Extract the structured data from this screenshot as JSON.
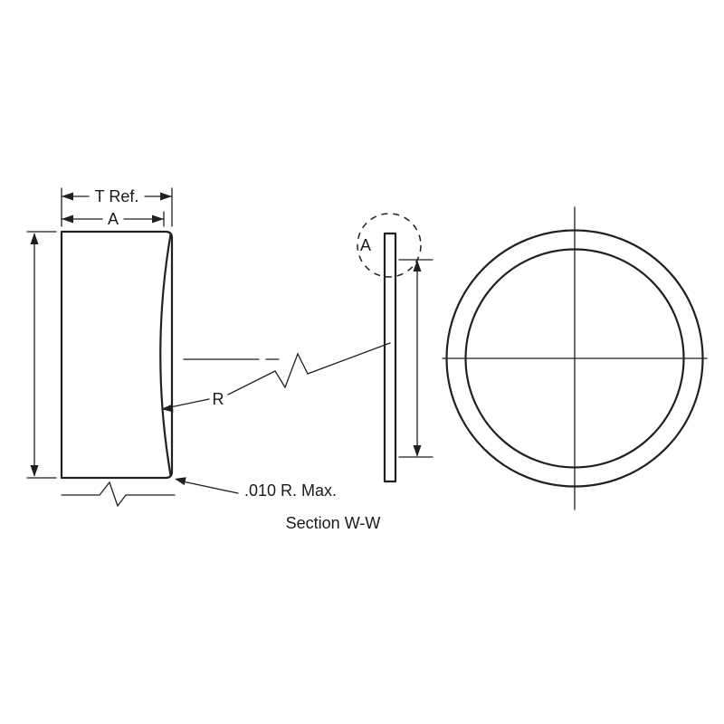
{
  "drawing": {
    "title": "Section W-W",
    "labels": {
      "thickness_ref": "T Ref.",
      "dim_a": "A",
      "radius": "R",
      "detail_a": "A",
      "corner_radius_note": ".010 R. Max."
    },
    "colors": {
      "line": "#231f20",
      "background": "#ffffff"
    }
  }
}
